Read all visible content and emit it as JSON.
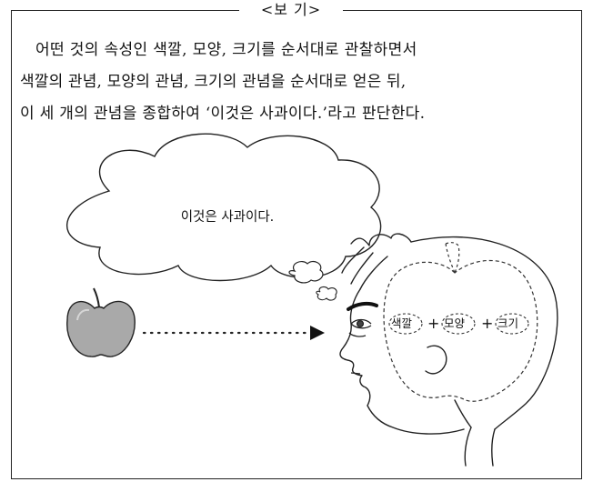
{
  "box_title": "<보  기>",
  "passage_lines": [
    "어떤 것의 속성인 색깔, 모양, 크기를 순서대로 관찰하면서",
    "색깔의 관념, 모양의 관념, 크기의 관념을 순서대로 얻은 뒤,",
    "이 세 개의 관념을 종합하여 ‘이것은 사과이다.’라고 판단한다."
  ],
  "thought_bubble": "이것은 사과이다.",
  "concepts": [
    "색깔",
    "모양",
    "크기"
  ],
  "plus_sign": "+"
}
